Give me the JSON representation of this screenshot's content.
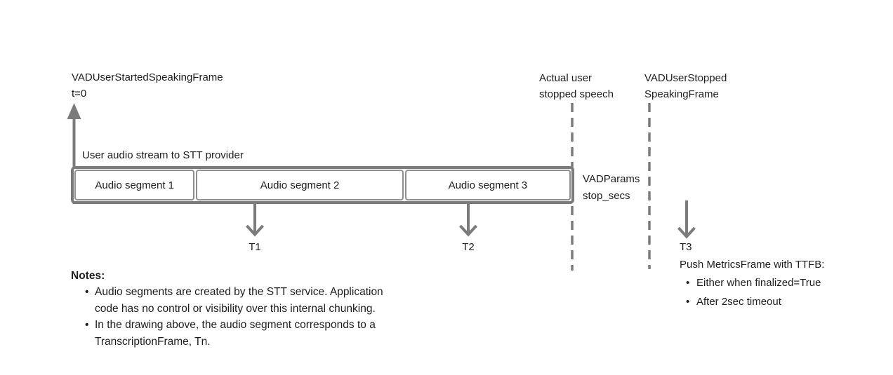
{
  "colors": {
    "background": "#ffffff",
    "text": "#1d1d1f",
    "line_gray": "#7b7b7b",
    "box_border_gray": "#8f8f8f"
  },
  "timeline": {
    "start_event_label": "VADUserStartedSpeakingFrame",
    "start_time_label": "t=0",
    "stream_label": "User audio stream to STT provider",
    "segments": [
      {
        "label": "Audio segment 1"
      },
      {
        "label": "Audio segment 2"
      },
      {
        "label": "Audio segment 3"
      }
    ],
    "markers": [
      {
        "label": "T1"
      },
      {
        "label": "T2"
      },
      {
        "label": "T3"
      }
    ],
    "actual_stop_label": "Actual user\nstopped speech",
    "vad_stopped_label": "VADUserStopped\nSpeakingFrame",
    "vad_params_label": "VADParams\nstop_secs"
  },
  "metrics": {
    "heading": "Push MetricsFrame with TTFB:",
    "items": [
      {
        "text": "Either when finalized=True"
      },
      {
        "text": "After 2sec timeout"
      }
    ]
  },
  "notes": {
    "heading": "Notes:",
    "items": [
      {
        "text": "Audio segments are created by the STT service. Application\ncode has no control or visibility over this internal chunking."
      },
      {
        "text": "In the drawing above, the audio segment corresponds to a\nTranscriptionFrame, Tn."
      }
    ]
  }
}
